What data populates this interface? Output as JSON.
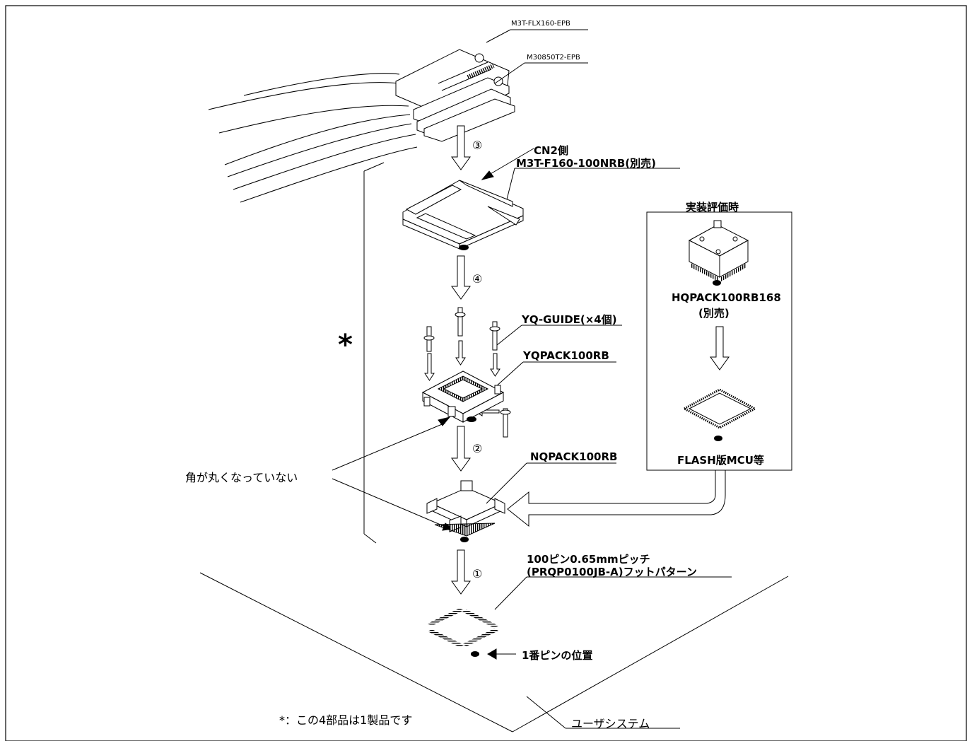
{
  "labels": {
    "emu_board_top": "M3T-FLX160-EPB",
    "emu_board_bottom": "M30850T2-EPB",
    "cn2_side": "CN2側",
    "converter": "M3T-F160-100NRB(別売)",
    "guide": "YQ-GUIDE(×4個)",
    "yqpack": "YQPACK100RB",
    "nqpack": "NQPACK100RB",
    "corner_note": "角が丸くなっていない",
    "footprint_line1": "100ピン0.65mmピッチ",
    "footprint_line2": "(PRQP0100JB-A)フットパターン",
    "pin1": "1番ピンの位置",
    "user_system": "ユーザシステム",
    "asterisk": "*",
    "asterisk_note": "*：この4部品は1製品です",
    "eval_title": "実装評価時",
    "hqpack_line1": "HQPACK100RB168",
    "hqpack_line2": "(別売)",
    "flash_mcu": "FLASH版MCU等"
  },
  "steps": {
    "s1": "①",
    "s2": "②",
    "s3": "③",
    "s4": "④"
  }
}
